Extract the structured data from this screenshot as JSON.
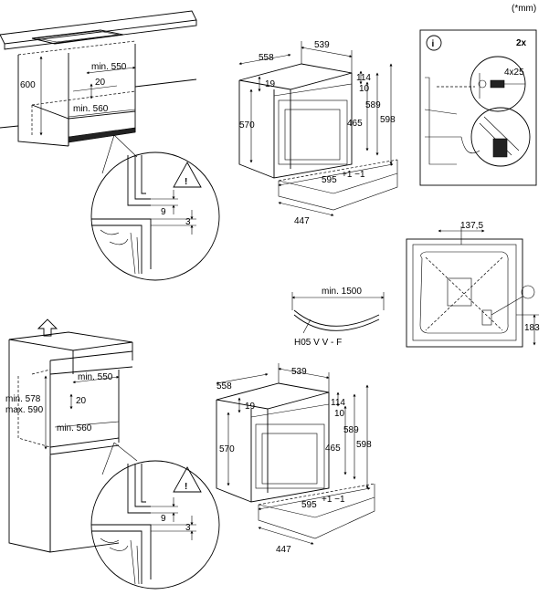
{
  "unit_note": "(*mm)",
  "top_cabinet": {
    "height": "600",
    "width": "min. 550",
    "gap": "20",
    "depth": "min. 560",
    "detail_a": "9",
    "detail_b": "3"
  },
  "top_oven": {
    "depth_outer": "558",
    "depth_inner": "539",
    "frame_top": "19",
    "door_h": "570",
    "top_gap": "114",
    "top_gap2": "10",
    "body_h": "589",
    "front_h": "598",
    "inner_h": "465",
    "width": "595",
    "width_tol": "+1 −1",
    "base_depth": "447"
  },
  "info_box": {
    "count": "2x",
    "screw": "4x25",
    "info_icon": "i"
  },
  "back_view": {
    "width": "137,5",
    "height": "183"
  },
  "cable": {
    "length": "min. 1500",
    "type": "H05 V V - F"
  },
  "bottom_cabinet": {
    "height_min": "min. 578",
    "height_max": "max. 590",
    "width": "min. 550",
    "gap": "20",
    "depth": "min. 560",
    "detail_a": "9",
    "detail_b": "3"
  },
  "bottom_oven": {
    "depth_outer": "558",
    "depth_inner": "539",
    "frame_top": "19",
    "door_h": "570",
    "top_gap": "114",
    "top_gap2": "10",
    "body_h": "589",
    "front_h": "598",
    "inner_h": "465",
    "width": "595",
    "width_tol": "+1 −1",
    "base_depth": "447"
  }
}
